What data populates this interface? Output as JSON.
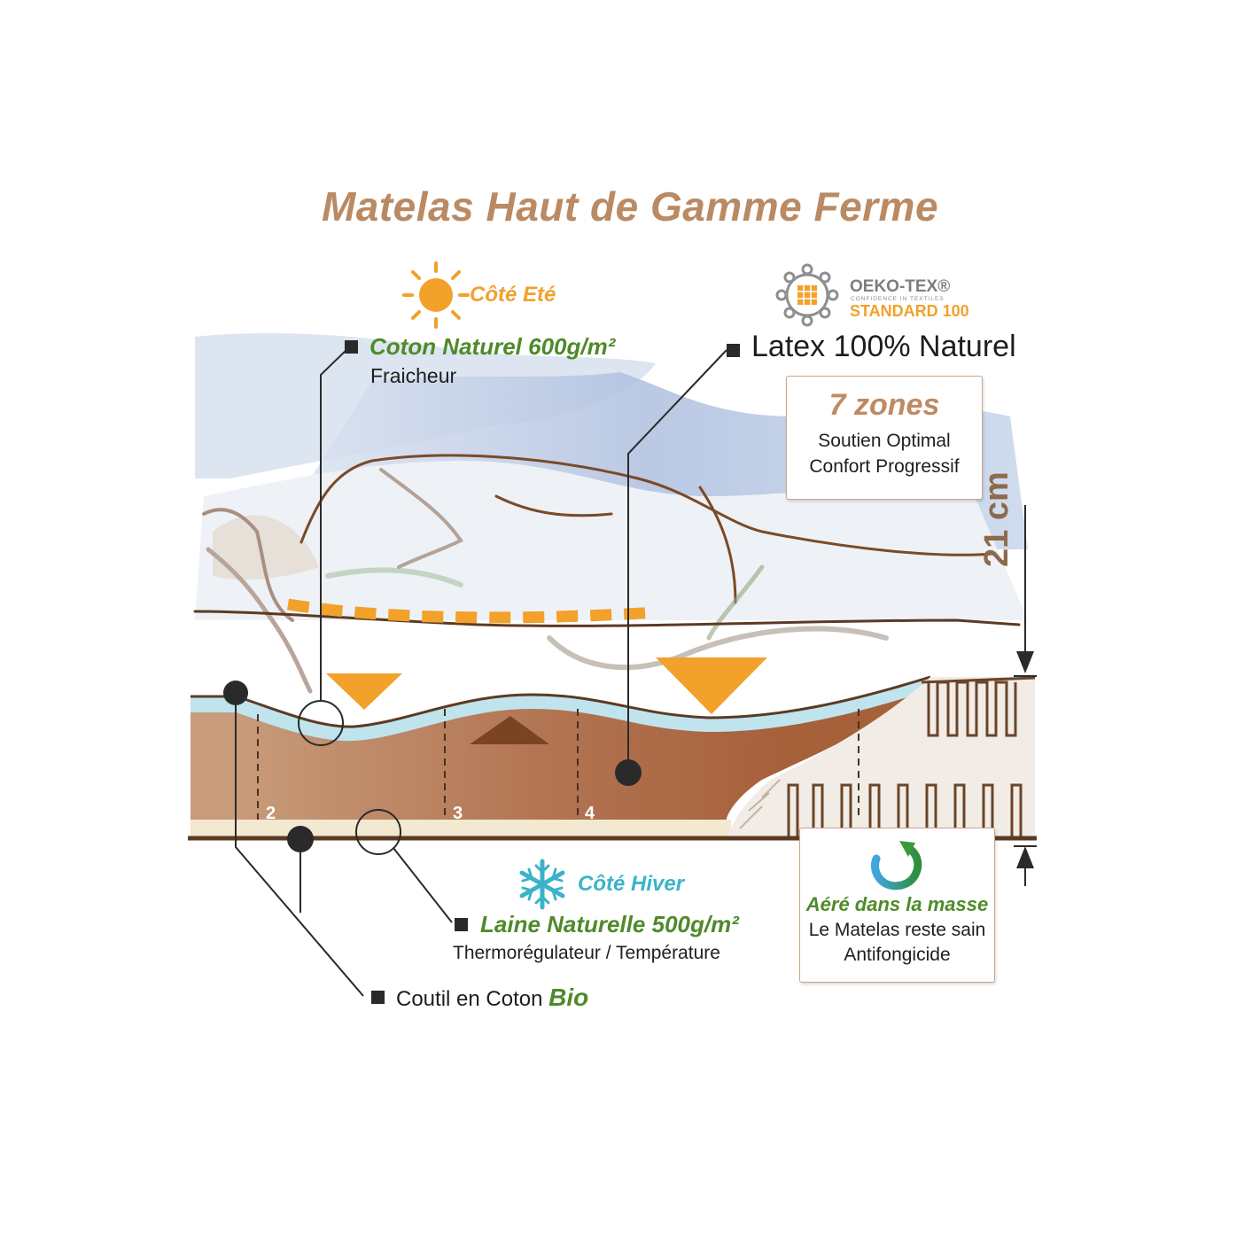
{
  "title": "Matelas Haut de Gamme Ferme",
  "summer_side": {
    "label": "Côté Eté",
    "icon": "sun-icon"
  },
  "winter_side": {
    "label": "Côté Hiver",
    "icon": "snowflake-icon"
  },
  "oeko_tex": {
    "name": "OEKO-TEX®",
    "tagline": "CONFIDENCE IN TEXTILES",
    "standard": "STANDARD 100",
    "icon": "oeko-tex-logo"
  },
  "cotton_layer": {
    "title": "Coton Naturel 600g/m²",
    "subtitle": "Fraicheur"
  },
  "latex_layer": {
    "title": "Latex 100% Naturel"
  },
  "zones_box": {
    "title": "7 zones",
    "line1": "Soutien Optimal",
    "line2": "Confort Progressif"
  },
  "height": "21 cm",
  "wool_layer": {
    "title": "Laine Naturelle 500g/m²",
    "subtitle": "Thermorégulateur / Température"
  },
  "ticking": {
    "prefix": "Coutil en Coton",
    "highlight": "Bio"
  },
  "ventilation_box": {
    "title": "Aéré dans la masse",
    "line1": "Le Matelas reste sain",
    "line2": "Antifongicide",
    "icon": "recycle-arrow-icon"
  },
  "zone_numbers": [
    "2",
    "3",
    "4"
  ],
  "colors": {
    "title": "#b98a63",
    "accent_orange": "#f2a12a",
    "green_label": "#4f8a2a",
    "winter_cyan": "#3ab3c9",
    "latex_brown": "#a9653a",
    "latex_light": "#be8a68",
    "cotton_blue": "#bfe4ee"
  }
}
